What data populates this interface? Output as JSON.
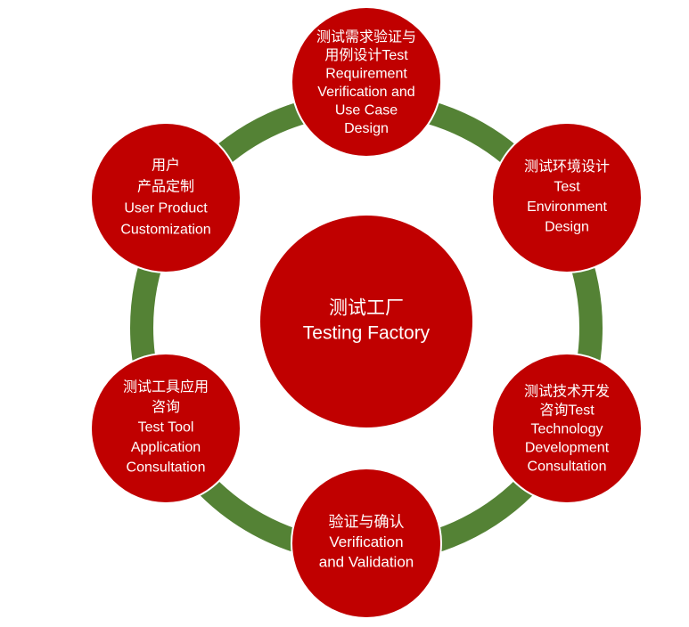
{
  "colors": {
    "node_fill": "#C00000",
    "node_stroke": "#ffffff",
    "ring": "#548235",
    "text": "#ffffff"
  },
  "center": {
    "lines": [
      "测试工厂",
      "Testing Factory"
    ]
  },
  "nodes": [
    {
      "id": "requirement-verification",
      "lines": [
        "测试需求验证与",
        "用例设计Test",
        "Requirement",
        "Verification and",
        "Use Case",
        "Design"
      ]
    },
    {
      "id": "environment-design",
      "lines": [
        "测试环境设计",
        "Test",
        "Environment",
        "Design"
      ]
    },
    {
      "id": "technology-development",
      "lines": [
        "测试技术开发",
        "咨询Test",
        "Technology",
        "Development",
        "Consultation"
      ]
    },
    {
      "id": "verification-validation",
      "lines": [
        "验证与确认",
        "Verification",
        "and Validation"
      ]
    },
    {
      "id": "tool-application",
      "lines": [
        "测试工具应用",
        "咨询",
        "Test Tool",
        "Application",
        "Consultation"
      ]
    },
    {
      "id": "product-customization",
      "lines": [
        "用户",
        "产品定制",
        "User Product",
        "Customization"
      ]
    }
  ]
}
